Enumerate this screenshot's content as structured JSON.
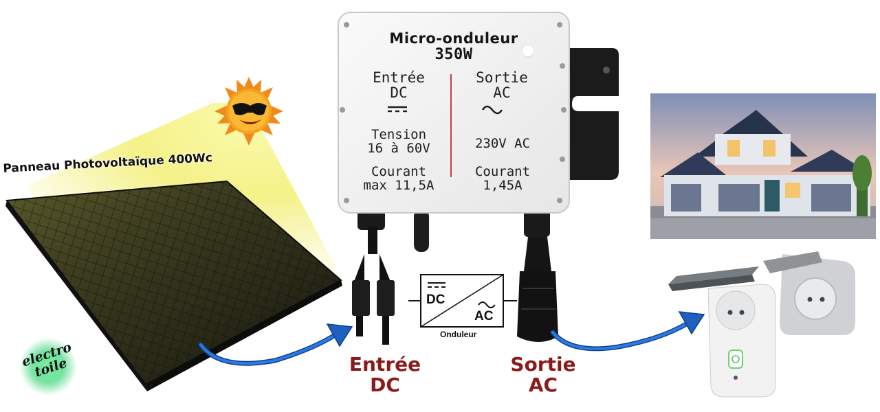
{
  "panel": {
    "label": "Panneau Photovoltaïque 400Wc"
  },
  "inverter": {
    "title_line1": "Micro-onduleur",
    "title_line2": "350W",
    "dc_title_line1": "Entrée",
    "dc_title_line2": "DC",
    "ac_title_line1": "Sortie",
    "ac_title_line2": "AC",
    "voltage_label": "Tension",
    "voltage_value": "16 à 60V",
    "ac_voltage": "230V AC",
    "dc_current_label": "Courant",
    "dc_current_value": "max 11,5A",
    "ac_current_label": "Courant",
    "ac_current_value": "1,45A"
  },
  "schematic": {
    "dc_label": "DC",
    "ac_label": "AC",
    "caption": "Onduleur"
  },
  "bottom_labels": {
    "dc_line1": "Entrée",
    "dc_line2": "DC",
    "ac_line1": "Sortie",
    "ac_line2": "AC"
  },
  "logo": {
    "line1": "electro",
    "line2": "toile"
  },
  "colors": {
    "arrow": "#1f5fbf",
    "label_red": "#8b1a1a",
    "glow": "#f4f27a",
    "panel": "#1b1c16",
    "box": "#f3f3f3"
  },
  "icons": [
    "sun-icon",
    "house-picture",
    "outdoor-socket-picture",
    "dc-symbol-icon",
    "ac-symbol-icon"
  ]
}
